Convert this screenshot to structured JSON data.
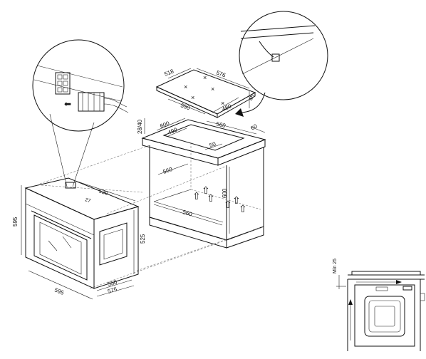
{
  "hob": {
    "dims": {
      "width": "576",
      "depth": "518",
      "cut_width": "550",
      "cut_depth": "480",
      "thickness": "48"
    }
  },
  "countertop": {
    "dims": {
      "width": "600",
      "cut_depth": "490",
      "cut_width": "560",
      "gap": "50",
      "front": "60",
      "thickness": "28/40"
    }
  },
  "cabinet": {
    "dims": {
      "inner_depth": "560",
      "height": "600",
      "floor_width": "560"
    }
  },
  "oven": {
    "dims": {
      "depth": "530",
      "top_offset": "27",
      "height": "595",
      "width": "595",
      "body_height": "525",
      "body_depth": "550",
      "total_depth": "575"
    }
  },
  "side_view": {
    "dims": {
      "min_gap": "Min 25"
    }
  }
}
